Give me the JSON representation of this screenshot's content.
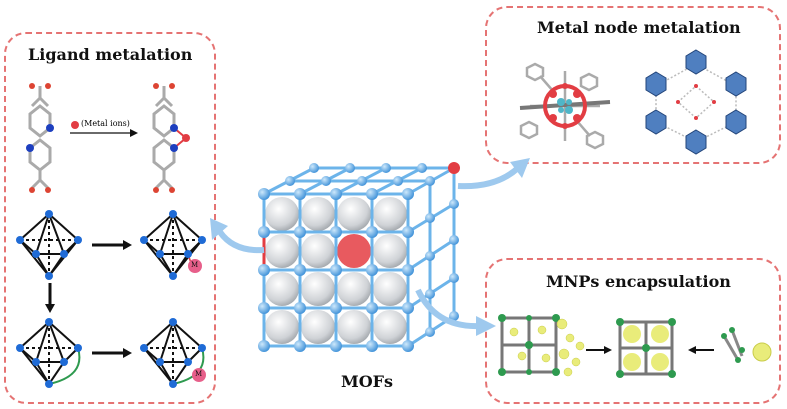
{
  "panels": {
    "ligand": {
      "title": "Ligand metalation",
      "arrow_label": "(Metal ions)",
      "marker": "M"
    },
    "node": {
      "title": "Metal node metalation"
    },
    "mnps": {
      "title": "MNPs encapsulation"
    }
  },
  "center": {
    "label": "MOFs"
  },
  "colors": {
    "frame": "#e57373",
    "node": "#5fa7e8",
    "arrow": "#9ec9ee",
    "metal": "#e23d43",
    "nanoparticle": "#e9ec7a",
    "cage": "#2e9a4f"
  }
}
